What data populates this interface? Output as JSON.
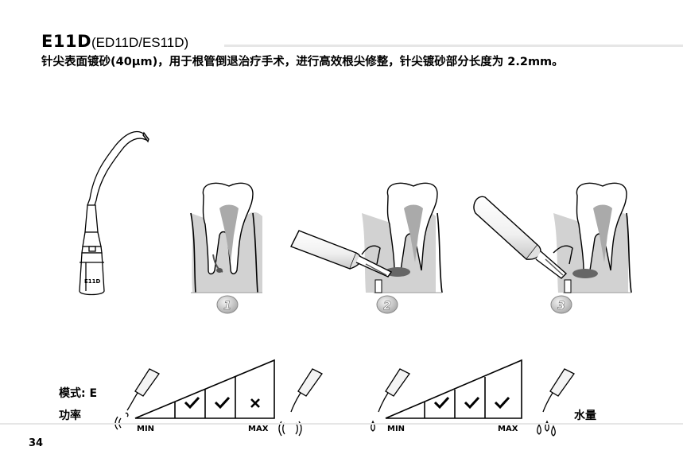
{
  "header": {
    "model": "E11D",
    "variants": "(ED11D/ES11D)",
    "description": "针尖表面镀砂(40μm)，用于根管倒退治疗手术，进行高效根尖修整，针尖镀砂部分长度为 2.2mm。"
  },
  "tip_label": "E11D",
  "steps": [
    "1",
    "2",
    "3"
  ],
  "power_section": {
    "mode_label": "模式: E",
    "power_label": "功率",
    "min_label": "MIN",
    "max_label": "MAX",
    "levels": [
      "check",
      "check",
      "cross"
    ]
  },
  "water_section": {
    "water_label": "水量",
    "min_label": "MIN",
    "max_label": "MAX",
    "levels": [
      "check",
      "check",
      "check"
    ]
  },
  "page_number": "34"
}
